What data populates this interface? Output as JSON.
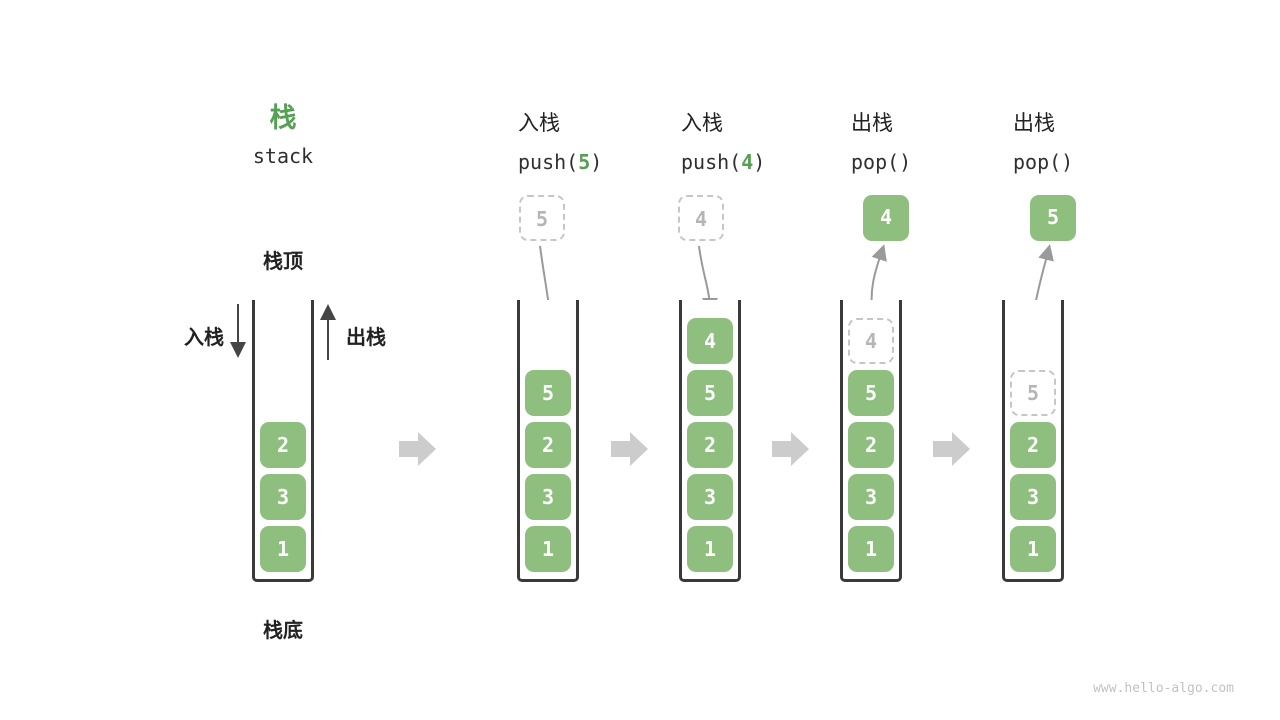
{
  "title": {
    "cn": "栈",
    "en": "stack"
  },
  "labels": {
    "stack_top": "栈顶",
    "stack_bottom": "栈底",
    "push": "入栈",
    "pop": "出栈"
  },
  "columns": [
    {
      "id": "initial",
      "cells": [
        "2",
        "3",
        "1"
      ]
    },
    {
      "id": "push-5",
      "op_name": "入栈",
      "code_pre": "push(",
      "code_arg": "5",
      "code_post": ")",
      "floating": {
        "value": "5",
        "style": "dashed"
      },
      "cells": [
        "5",
        "2",
        "3",
        "1"
      ]
    },
    {
      "id": "push-4",
      "op_name": "入栈",
      "code_pre": "push(",
      "code_arg": "4",
      "code_post": ")",
      "floating": {
        "value": "4",
        "style": "dashed"
      },
      "cells": [
        "4",
        "5",
        "2",
        "3",
        "1"
      ]
    },
    {
      "id": "pop-4",
      "op_name": "出栈",
      "code_pre": "pop(",
      "code_arg": "",
      "code_post": ")",
      "floating": {
        "value": "4",
        "style": "solid"
      },
      "ghost": "4",
      "cells": [
        "5",
        "2",
        "3",
        "1"
      ]
    },
    {
      "id": "pop-5",
      "op_name": "出栈",
      "code_pre": "pop(",
      "code_arg": "",
      "code_post": ")",
      "floating": {
        "value": "5",
        "style": "solid"
      },
      "ghost": "5",
      "cells": [
        "2",
        "3",
        "1"
      ]
    }
  ],
  "watermark": "www.hello-algo.com",
  "colors": {
    "accent_green": "#8ebf7f",
    "title_green": "#55a052",
    "arrow_gray": "#9a9a9a",
    "dark_line": "#3a3a3a",
    "ghost_gray": "#c6c6c6",
    "ghost_text": "#b5b5b5",
    "block_arrow_gray": "#cccccc"
  }
}
